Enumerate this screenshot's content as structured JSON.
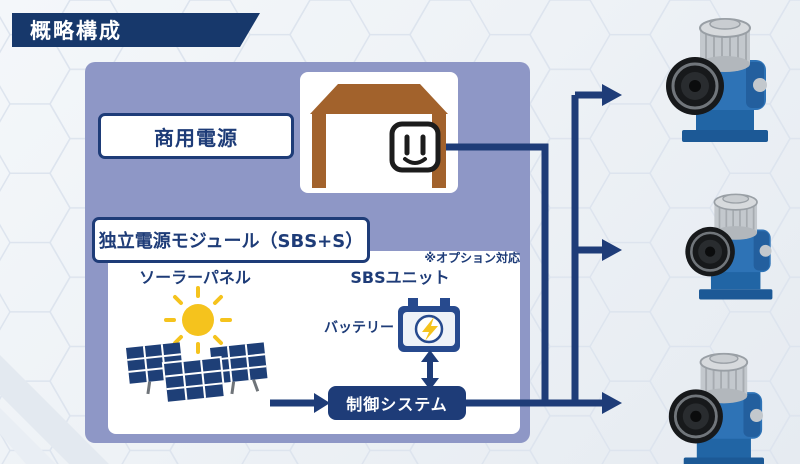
{
  "banner": {
    "title": "概略構成"
  },
  "diagram": {
    "commercial_power_label": "商用電源",
    "module_label": "独立電源モジュール（SBS+S）",
    "option_note": "※オプション対応",
    "solar_panel_label": "ソーラーパネル",
    "sbs_unit_label": "SBSユニット",
    "battery_label": "バッテリー",
    "control_system_label": "制御システム"
  },
  "icons": {
    "house": "house-with-outlet-icon",
    "outlet": "power-outlet-icon",
    "sun": "sun-icon",
    "solar_panels": "solar-panel-icon",
    "battery": "battery-icon",
    "actuators": [
      "actuator-top",
      "actuator-middle",
      "actuator-bottom"
    ]
  },
  "colors": {
    "navy": "#1e3c78",
    "module_panel_bg": "#8e97c6",
    "accent_yellow": "#f5c31d",
    "house_brown": "#a2622c",
    "actuator_blue": "#2e73b6"
  }
}
